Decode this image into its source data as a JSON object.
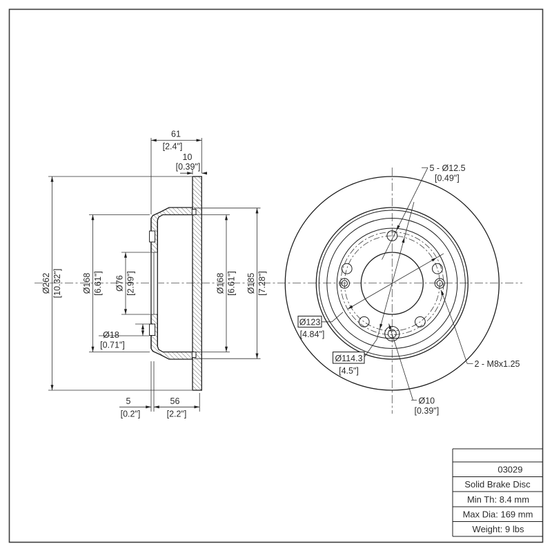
{
  "drawing": {
    "section": {
      "dim_width": {
        "value": "61",
        "inches": "[2.4\"]"
      },
      "dim_thickness": {
        "value": "10",
        "inches": "[0.39\"]"
      },
      "dim_od": {
        "value": "Ø262",
        "inches": "[10.32\"]"
      },
      "dim_hat_left": {
        "value": "Ø168",
        "inches": "[6.61\"]"
      },
      "dim_pilot": {
        "value": "Ø76",
        "inches": "[2.99\"]"
      },
      "dim_hole18": {
        "value": "Ø18",
        "inches": "[0.71\"]"
      },
      "dim_hat_right": {
        "value": "Ø168",
        "inches": "[6.61\"]"
      },
      "dim_flange": {
        "value": "Ø185",
        "inches": "[7.28\"]"
      },
      "dim_offset5": {
        "value": "5",
        "inches": "[0.2\"]"
      },
      "dim_depth56": {
        "value": "56",
        "inches": "[2.2\"]"
      }
    },
    "front": {
      "label_bolt_holes": {
        "value": "5 - Ø12.5",
        "inches": "[0.49\"]"
      },
      "label_bcd123": {
        "value": "Ø123",
        "inches": "[4.84\"]"
      },
      "label_bcd114": {
        "value": "Ø114.3",
        "inches": "[4.5\"]"
      },
      "label_thread": {
        "value": "2 - M8x1.25"
      },
      "label_hole10": {
        "value": "Ø10",
        "inches": "[0.39\"]"
      }
    },
    "title_block": {
      "part_number": "03029",
      "rows": [
        "Solid Brake Disc",
        "Min Th: 8.4 mm",
        "Max Dia: 169 mm",
        "Weight: 9 lbs"
      ]
    }
  }
}
